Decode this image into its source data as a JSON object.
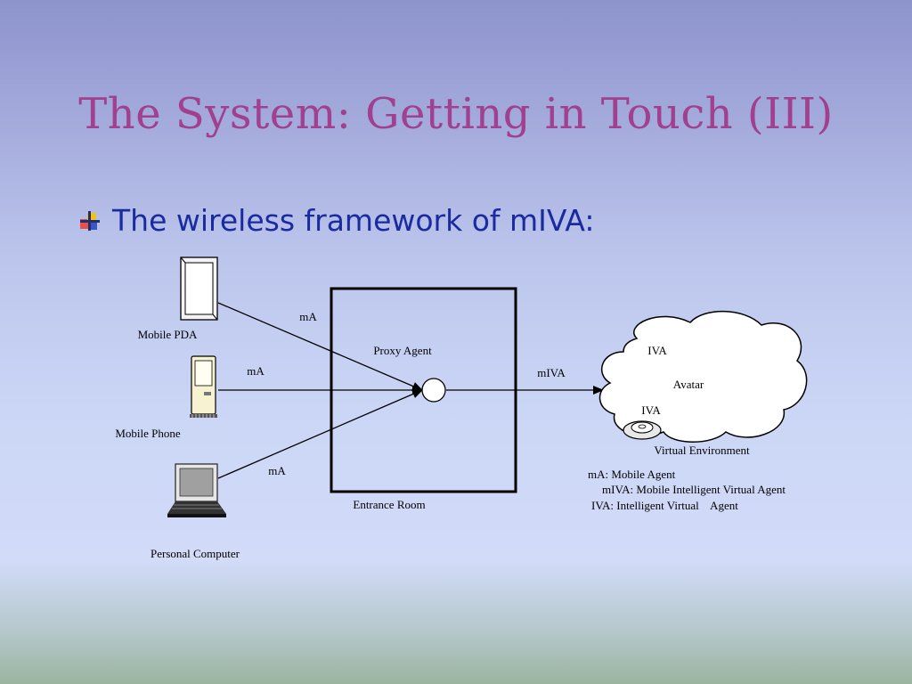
{
  "slide": {
    "title": "The System: Getting in Touch (III)",
    "bullet": "The wireless framework of mIVA:"
  },
  "diagram": {
    "devices": {
      "pda": "Mobile PDA",
      "phone": "Mobile Phone",
      "pc": "Personal Computer"
    },
    "edges": {
      "pda_label": "mA",
      "phone_label": "mA",
      "pc_label": "mA",
      "out_label": "mIVA"
    },
    "proxy_label": "Proxy Agent",
    "room_label": "Entrance Room",
    "cloud": {
      "top_label": "IVA",
      "center_label": "Avatar",
      "lower_label": "IVA",
      "caption": "Virtual Environment"
    },
    "legend": [
      "mA: Mobile Agent",
      "mIVA: Mobile Intelligent Virtual Agent",
      "IVA: Intelligent Virtual    Agent"
    ]
  },
  "colors": {
    "title": "#a0408f",
    "bullet_text": "#1a2aa0"
  }
}
